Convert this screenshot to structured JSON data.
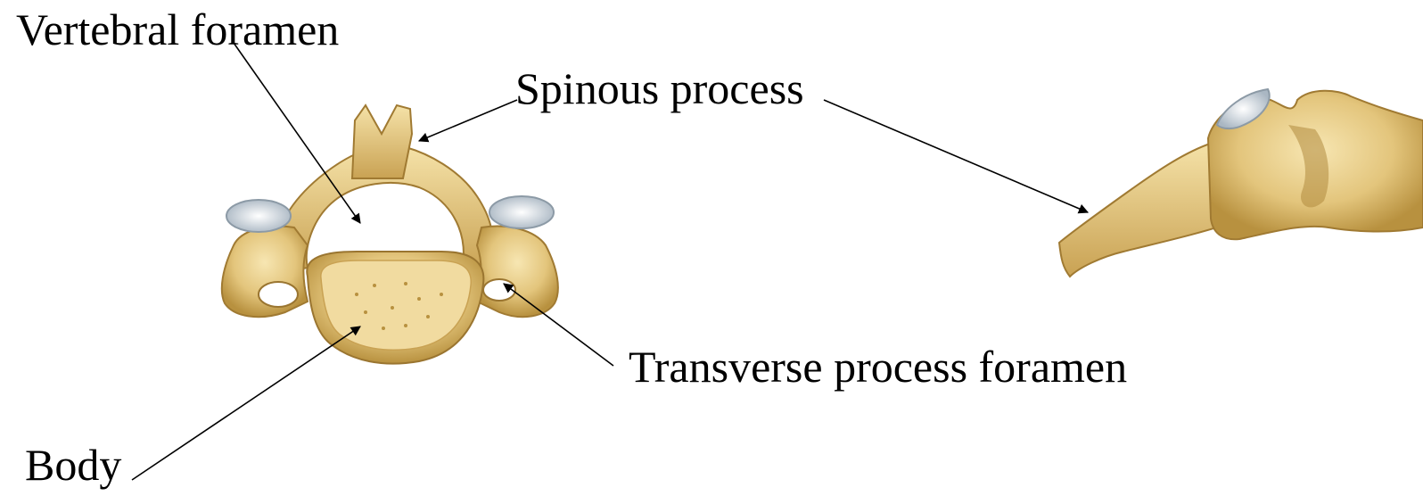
{
  "labels": {
    "vertebral_foramen": "Vertebral foramen",
    "spinous_process": "Spinous process",
    "transverse_process_foramen": "Transverse process foramen",
    "body": "Body"
  },
  "colors": {
    "bone": "#e3c57c",
    "bone_light": "#f3dfa3",
    "bone_shadow": "#b08a3e",
    "cartilage": "#dce6ee",
    "leader_line": "#000000"
  }
}
